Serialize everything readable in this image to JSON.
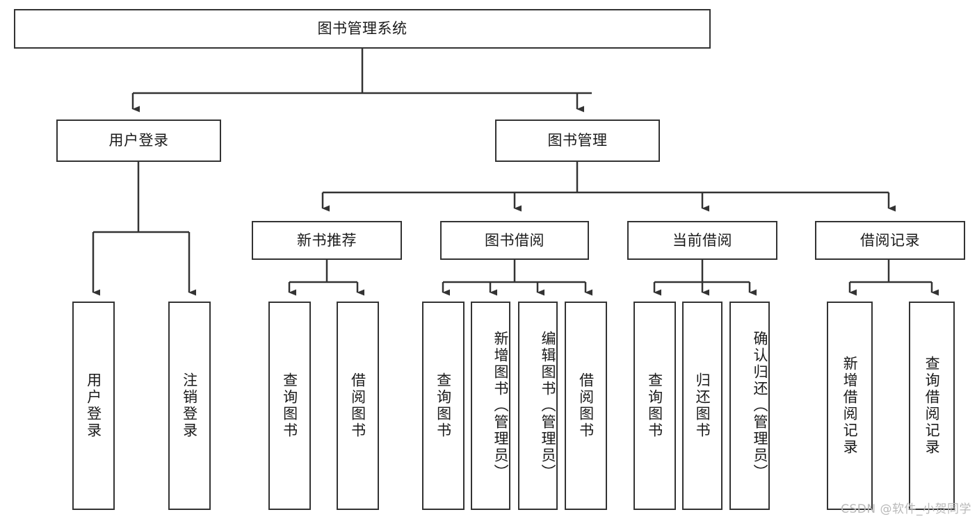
{
  "diagram": {
    "title": "图书管理系统",
    "type": "tree-hierarchy-chart",
    "root": {
      "label": "图书管理系统"
    },
    "level1": [
      {
        "label": "用户登录"
      },
      {
        "label": "图书管理"
      }
    ],
    "level2": [
      {
        "label": "新书推荐"
      },
      {
        "label": "图书借阅"
      },
      {
        "label": "当前借阅"
      },
      {
        "label": "借阅记录"
      }
    ],
    "leaves": {
      "user_login": [
        {
          "label": "用户登录"
        },
        {
          "label": "注销登录"
        }
      ],
      "new_book_recommend": [
        {
          "label": "查询图书"
        },
        {
          "label": "借阅图书"
        }
      ],
      "book_borrow": [
        {
          "label": "查询图书"
        },
        {
          "label": "新增图书（管理员）"
        },
        {
          "label": "编辑图书（管理员）"
        },
        {
          "label": "借阅图书"
        }
      ],
      "current_borrow": [
        {
          "label": "查询图书"
        },
        {
          "label": "归还图书"
        },
        {
          "label": "确认归还（管理员）"
        }
      ],
      "borrow_record": [
        {
          "label": "新增借阅记录"
        },
        {
          "label": "查询借阅记录"
        }
      ]
    }
  },
  "watermark": {
    "text": "CSDN @软件_小贺同学"
  },
  "colors": {
    "border": "#333333",
    "text": "#1a1a1a",
    "background": "#ffffff",
    "watermark": "#b9b9b9"
  }
}
